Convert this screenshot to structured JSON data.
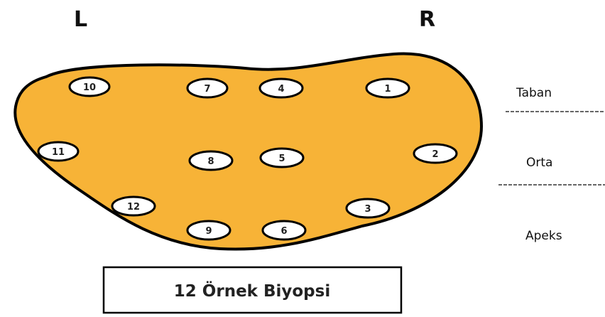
{
  "labels": {
    "left": "L",
    "right": "R"
  },
  "zones": {
    "base": "Taban",
    "mid": "Orta",
    "apex": "Apeks"
  },
  "caption": "12 Örnek Biyopsi",
  "cores": [
    {
      "label": "10"
    },
    {
      "label": "7"
    },
    {
      "label": "4"
    },
    {
      "label": "1"
    },
    {
      "label": "11"
    },
    {
      "label": "8"
    },
    {
      "label": "5"
    },
    {
      "label": "2"
    },
    {
      "label": "12"
    },
    {
      "label": "9"
    },
    {
      "label": "6"
    },
    {
      "label": "3"
    }
  ],
  "colors": {
    "gland_fill": "#f7b337",
    "outline": "#000000",
    "core_fill": "#ffffff",
    "divider": "#666666"
  }
}
